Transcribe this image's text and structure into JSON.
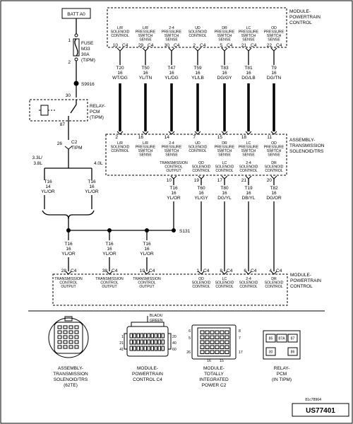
{
  "battery": "BATT A0",
  "fuse": {
    "l1": "FUSE",
    "l2": "M33",
    "l3": "30A",
    "l4": "(TIPM)",
    "pin_top": "1",
    "pin_bot": "2"
  },
  "splice_top": "S9916",
  "relay": {
    "l1": "RELAY-",
    "l2": "PCM",
    "l3": "(TIPM)",
    "pin_in": "30",
    "pin_out": "87"
  },
  "c2": {
    "pin": "26",
    "name": "C2",
    "src": "TIPM"
  },
  "variants": {
    "left_a": "3.3L/",
    "left_b": "3.8L",
    "right": "4.0L"
  },
  "feed_wires": [
    {
      "code": "T16",
      "g": "14",
      "color": "YL/OR"
    },
    {
      "code": "T16",
      "g": "16",
      "color": "YL/OR"
    }
  ],
  "pcm_top": {
    "l1": "MODULE-",
    "l2": "POWERTRAIN",
    "l3": "CONTROL"
  },
  "pcm_top_circuits": [
    {
      "n1": "L/R",
      "n2": "SOLENOID",
      "n3": "CONTROL",
      "pin": "10",
      "conn": "C4",
      "code": "T20",
      "g": "16",
      "color": "WT/DG",
      "tpin": "2"
    },
    {
      "n1": "L/R",
      "n2": "PRESSURE",
      "n3": "SWITCH",
      "n4": "SENSE",
      "pin": "29",
      "conn": "C4",
      "code": "T50",
      "g": "16",
      "color": "YL/TN",
      "tpin": "16"
    },
    {
      "n1": "2-4",
      "n2": "PRESSURE",
      "n3": "SWITCH",
      "n4": "SENSE",
      "pin": "30",
      "conn": "C4",
      "code": "T47",
      "g": "16",
      "color": "YL/DG",
      "tpin": "14"
    },
    {
      "n1": "UD",
      "n2": "SOLENOID",
      "n3": "CONTROL",
      "pin": "2",
      "conn": "C4",
      "code": "T59",
      "g": "16",
      "color": "YL/LB",
      "tpin": "7"
    },
    {
      "n1": "DR",
      "n2": "PRESSURE",
      "n3": "SWITCH",
      "n4": "SENSE",
      "pin": "5",
      "conn": "C4",
      "code": "T83",
      "g": "16",
      "color": "DG/GY",
      "tpin": "15"
    },
    {
      "n1": "LC",
      "n2": "PRESSURE",
      "n3": "SWITCH",
      "n4": "SENSE",
      "pin": "21",
      "conn": "C4",
      "code": "T81",
      "g": "16",
      "color": "DG/LB",
      "tpin": "18"
    },
    {
      "n1": "OD",
      "n2": "PRESSURE",
      "n3": "SWITCH",
      "n4": "SENSE",
      "pin": "22",
      "conn": "C4",
      "code": "T9",
      "g": "16",
      "color": "DG/TN",
      "tpin": "11"
    }
  ],
  "trs": {
    "l1": "ASSEMBLY-",
    "l2": "TRANSMISSION",
    "l3": "SOLENOID/TRS"
  },
  "trs_bottom": [
    {
      "n1": "TRANSMISSION",
      "n2": "CONTROL",
      "n3": "OUTPUT",
      "pin": "10"
    },
    {
      "n1": "OD",
      "n2": "SOLENOID",
      "n3": "CONTROL",
      "pin": "19",
      "code": "T60",
      "g": "16",
      "color": "YL/GY",
      "ppin": "1",
      "pconn": "C4"
    },
    {
      "n1": "LC",
      "n2": "SOLENOID",
      "n3": "CONTROL",
      "pin": "17",
      "code": "T80",
      "g": "16",
      "color": "DG/YL",
      "ppin": "8",
      "pconn": "C4"
    },
    {
      "n1": "2-4",
      "n2": "SOLENOID",
      "n3": "CONTROL",
      "pin": "21",
      "code": "T19",
      "g": "16",
      "color": "DB/YL",
      "ppin": "6",
      "pconn": "C4"
    },
    {
      "n1": "DR",
      "n2": "SOLENOID",
      "n3": "CONTROL",
      "pin": "20",
      "code": "T82",
      "g": "16",
      "color": "DG/OR",
      "ppin": "4",
      "pconn": "C4"
    }
  ],
  "trs_out_wire": {
    "code": "T16",
    "g": "16",
    "color": "YL/OR"
  },
  "splice_s131": "S131",
  "branch_wires": [
    {
      "code": "T16",
      "g": "16",
      "color": "YL/OR",
      "pin": "28",
      "conn": "C4"
    },
    {
      "code": "T16",
      "g": "16",
      "color": "YL/OR",
      "pin": "38",
      "conn": "C4"
    },
    {
      "code": "T16",
      "g": "16",
      "color": "YL/OR",
      "pin": "19",
      "conn": "C4"
    }
  ],
  "pcm_bottom": {
    "l1": "MODULE-",
    "l2": "POWERTRAIN",
    "l3": "CONTROL"
  },
  "pcm_bottom_circuits": [
    {
      "n1": "TRANSMISSION",
      "n2": "CONTROL",
      "n3": "OUTPUT"
    },
    {
      "n1": "TRANSMISSION",
      "n2": "CONTROL",
      "n3": "OUTPUT"
    },
    {
      "n1": "TRANSMISSION",
      "n2": "CONTROL",
      "n3": "OUTPUT"
    },
    {
      "n1": "OD",
      "n2": "SOLENOID",
      "n3": "CONTROL"
    },
    {
      "n1": "LC",
      "n2": "SOLENOID",
      "n3": "CONTROL"
    },
    {
      "n1": "2-4",
      "n2": "SOLENOID",
      "n3": "CONTROL"
    },
    {
      "n1": "DR",
      "n2": "SOLENOID",
      "n3": "CONTROL"
    }
  ],
  "connectors": [
    {
      "l1": "ASSEMBLY-",
      "l2": "TRANSMISSION",
      "l3": "SOLENOID/TRS",
      "l4": "(62TE)"
    },
    {
      "l1": "MODULE-",
      "l2": "POWERTRAIN",
      "l3": "CONTROL C4"
    },
    {
      "l1": "MODULE-",
      "l2": "TOTALLY",
      "l3": "INTEGRATED",
      "l4": "POWER C2"
    },
    {
      "l1": "RELAY-",
      "l2": "PCM",
      "l3": "(IN TIPM)"
    }
  ],
  "c4_note": {
    "l1": "BLACK/",
    "l2": "GREEN"
  },
  "c4_pins": {
    "p1": "1",
    "p2": "21",
    "p3": "41",
    "p4": "20",
    "p5": "40",
    "p6": "60"
  },
  "c2_pins": {
    "p1": "6",
    "p2": "5",
    "p3": "8",
    "p4": "7",
    "p5": "26",
    "p6": "16",
    "p7": "17",
    "p8": "15"
  },
  "relay_pins": {
    "p1": "85",
    "p2": "87A",
    "p3": "87",
    "p4": "30",
    "p5": "86"
  },
  "figure_no": "81c78964",
  "doc_id": "US77401"
}
